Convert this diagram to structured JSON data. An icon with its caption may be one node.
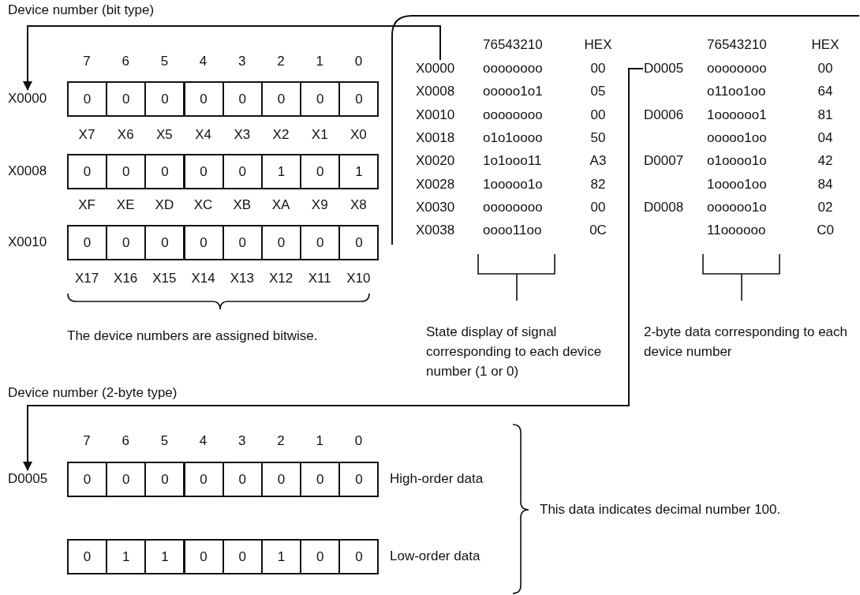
{
  "diagram": {
    "nodes": [
      {
        "text": [
          "X0000"
        ]
      },
      {
        "text": [
          "0"
        ]
      },
      {
        "text": [
          "0"
        ]
      },
      {
        "text": [
          "0"
        ]
      },
      {
        "text": [
          "0"
        ]
      },
      {
        "text": [
          "0"
        ]
      },
      {
        "text": [
          "0"
        ]
      },
      {
        "text": [
          "0"
        ]
      },
      {
        "text": [
          "0"
        ]
      },
      {
        "text": [
          "0"
        ]
      },
      {
        "text": [
          "0"
        ]
      },
      {
        "text": [
          "0"
        ]
      },
      {
        "text": [
          "0"
        ]
      },
      {
        "text": [
          "0"
        ]
      },
      {
        "text": [
          "1"
        ]
      },
      {
        "text": [
          "0"
        ]
      },
      {
        "text": [
          "1"
        ]
      },
      {
        "text": [
          "0"
        ]
      },
      {
        "text": [
          "0"
        ]
      },
      {
        "text": [
          "0"
        ]
      },
      {
        "text": [
          "0"
        ]
      },
      {
        "text": [
          "0"
        ]
      },
      {
        "text": [
          "0"
        ]
      },
      {
        "text": [
          "0"
        ]
      },
      {
        "text": [
          "0"
        ]
      },
      {
        "text": [
          "X0000"
        ]
      },
      {
        "text": [
          "D0005"
        ]
      },
      {
        "text": [
          "D0005"
        ]
      },
      {
        "text": [
          "0"
        ]
      },
      {
        "text": [
          "0"
        ]
      },
      {
        "text": [
          "0"
        ]
      },
      {
        "text": [
          "0"
        ]
      },
      {
        "text": [
          "0"
        ]
      },
      {
        "text": [
          "0"
        ]
      },
      {
        "text": [
          "0"
        ]
      },
      {
        "text": [
          "0"
        ]
      },
      {
        "text": [
          "0"
        ]
      },
      {
        "text": [
          "1"
        ]
      },
      {
        "text": [
          "1"
        ]
      },
      {
        "text": [
          "0"
        ]
      },
      {
        "text": [
          "0"
        ]
      },
      {
        "text": [
          "1"
        ]
      },
      {
        "text": [
          "0"
        ]
      },
      {
        "text": [
          "0"
        ]
      }
    ],
    "edges": [
      {
        "from": 25,
        "to": 0,
        "arrow": "to",
        "label": "Device number (bit type)"
      },
      {
        "from": 26,
        "to": 27,
        "arrow": "to",
        "label": "Device number (2-byte type)"
      }
    ],
    "labels": [
      "7",
      "6",
      "5",
      "4",
      "3",
      "2",
      "1",
      "0",
      "X7",
      "X6",
      "X5",
      "X4",
      "X3",
      "X2",
      "X1",
      "X0",
      "X0008",
      "XF",
      "XE",
      "XD",
      "XC",
      "XB",
      "XA",
      "X9",
      "X8",
      "X0010",
      "X17",
      "X16",
      "X15",
      "X14",
      "X13",
      "X12",
      "X11",
      "X10",
      "The device numbers are assigned bitwise.",
      "76543210",
      "HEX",
      "76543210",
      "HEX",
      "oooooooo",
      "00",
      "oooooooo",
      "00",
      "X0008",
      "ooooo1o1",
      "05",
      "o11oo1oo",
      "64",
      "X0010",
      "oooooooo",
      "00",
      "D0006",
      "1oooooo1",
      "81",
      "X0018",
      "o1o1oooo",
      "50",
      "ooooo1oo",
      "04",
      "X0020",
      "1o1ooo11",
      "A3",
      "D0007",
      "o1oooo1o",
      "42",
      "X0028",
      "1ooooo1o",
      "82",
      "1oooo1oo",
      "84",
      "X0030",
      "oooooooo",
      "00",
      "D0008",
      "oooooo1o",
      "02",
      "X0038",
      "oooo11oo",
      "0C",
      "11oooooo",
      "C0",
      "State display of signal corresponding to each device number (1 or 0)",
      "2-byte data corresponding to each device number",
      "7",
      "6",
      "5",
      "4",
      "3",
      "2",
      "1",
      "0",
      "High-order data",
      "Low-order data",
      "This data indicates decimal number 100."
    ]
  }
}
